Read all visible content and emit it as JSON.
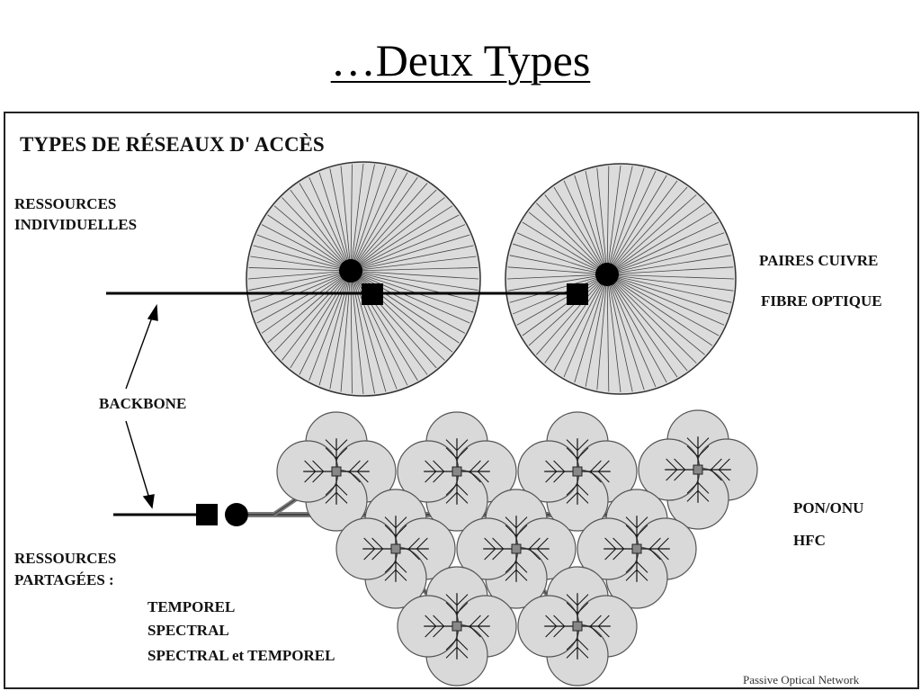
{
  "slide": {
    "title": "…Deux Types"
  },
  "figure": {
    "heading": "TYPES DE RÉSEAUX D' ACCÈS",
    "individual_label": [
      "RESSOURCES",
      "INDIVIDUELLES"
    ],
    "shared_label": [
      "RESSOURCES",
      "PARTAGÉES :"
    ],
    "backbone_label": "BACKBONE",
    "individual_media": [
      "PAIRES CUIVRE",
      "FIBRE OPTIQUE"
    ],
    "shared_media": [
      "PON/ONU",
      "HFC"
    ],
    "sharing_modes": [
      "TEMPOREL",
      "SPECTRAL",
      "SPECTRAL et TEMPOREL"
    ],
    "caption": "Passive Optical Network"
  },
  "colors": {
    "ink": "#111111",
    "fill": "#d9d9d9",
    "fill_dark": "#c4c4c4",
    "fiber": "#7a7a7a"
  }
}
